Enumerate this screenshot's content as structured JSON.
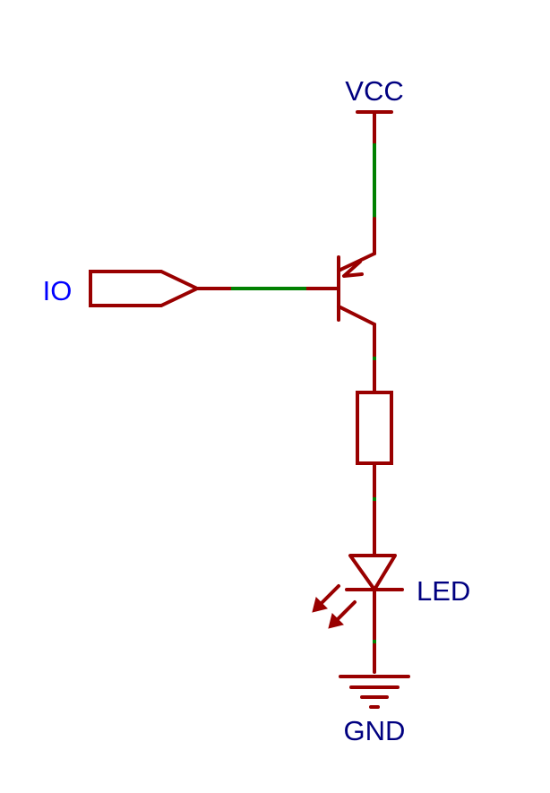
{
  "labels": {
    "vcc": "VCC",
    "io": "IO",
    "led": "LED",
    "gnd": "GND"
  },
  "colors": {
    "symbol": "#990000",
    "wire": "#008000",
    "power_label": "#000080",
    "port_label": "#0000ff",
    "background": "#ffffff"
  }
}
